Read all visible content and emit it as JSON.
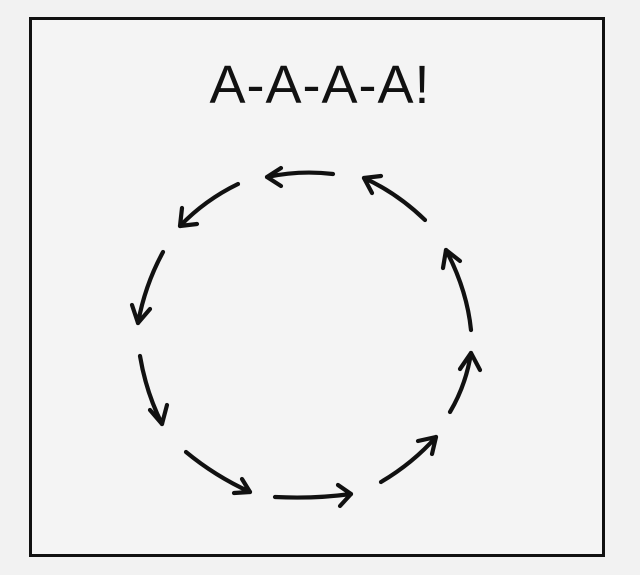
{
  "title": "A-A-A-A!",
  "diagram": {
    "kind": "cycle",
    "arrow_count": 10,
    "direction": "counterclockwise",
    "icon": "cycle-arrows-icon",
    "stroke_color": "#111111",
    "background_color": "#f4f4f4"
  }
}
